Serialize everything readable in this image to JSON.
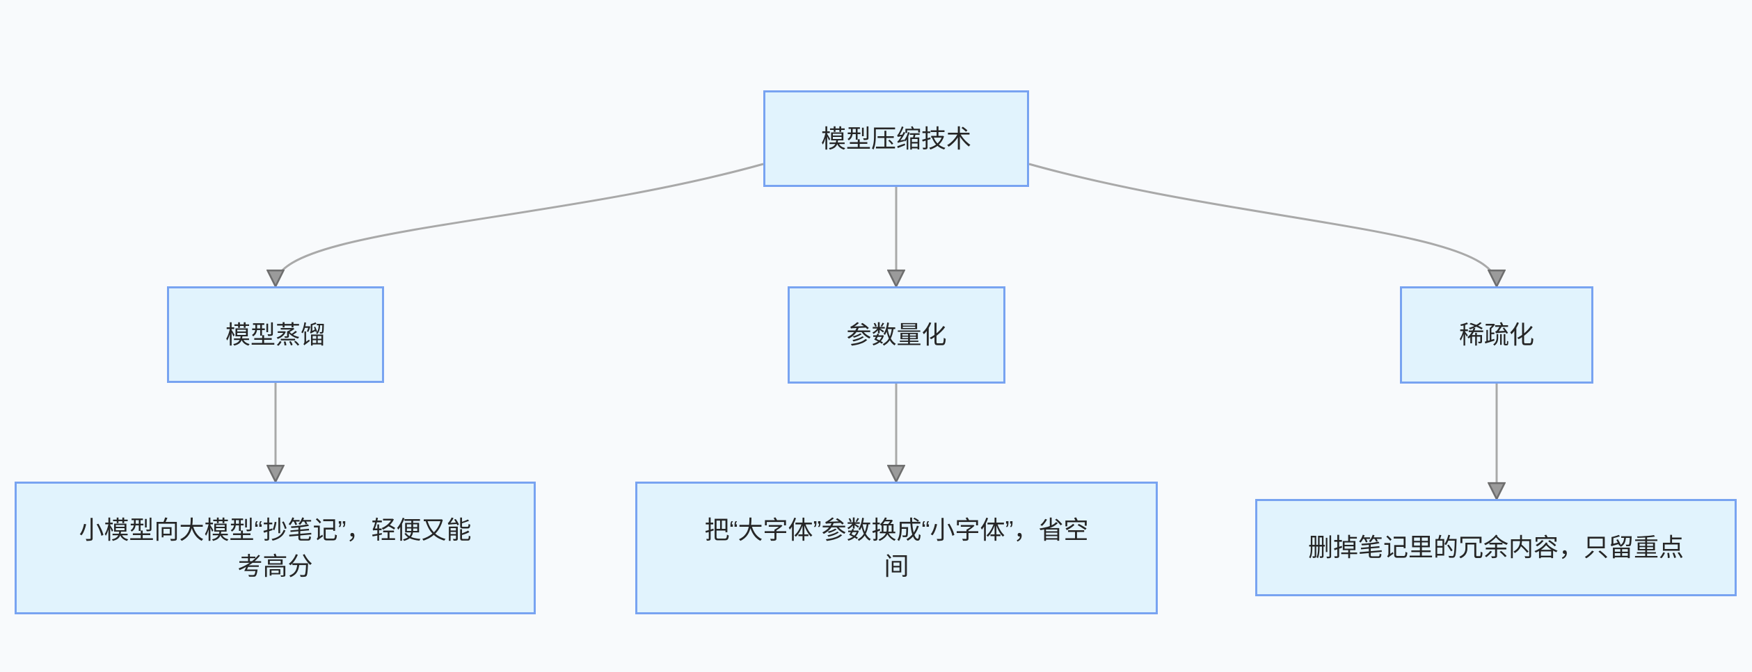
{
  "diagram": {
    "type": "flowchart-top-down",
    "root": {
      "label": "模型压缩技术"
    },
    "branches": [
      {
        "label": "模型蒸馏",
        "description": "小模型向大模型“抄笔记”，轻便又能考高分",
        "description_lines": [
          "小模型向大模型“抄笔记”，轻便又能",
          "考高分"
        ]
      },
      {
        "label": "参数量化",
        "description": "把“大字体”参数换成“小字体”，省空间",
        "description_lines": [
          "把“大字体”参数换成“小字体”，省空",
          "间"
        ]
      },
      {
        "label": "稀疏化",
        "description": "删掉笔记里的冗余内容，只留重点",
        "description_lines": [
          "删掉笔记里的冗余内容，只留重点"
        ]
      }
    ],
    "edges": [
      {
        "from": "模型压缩技术",
        "to": "模型蒸馏"
      },
      {
        "from": "模型压缩技术",
        "to": "参数量化"
      },
      {
        "from": "模型压缩技术",
        "to": "稀疏化"
      },
      {
        "from": "模型蒸馏",
        "to": "小模型向大模型“抄笔记”，轻便又能考高分"
      },
      {
        "from": "参数量化",
        "to": "把“大字体”参数换成“小字体”，省空间"
      },
      {
        "from": "稀疏化",
        "to": "删掉笔记里的冗余内容，只留重点"
      }
    ],
    "colors": {
      "background": "#f8fafc",
      "node_fill": "#e1f3fd",
      "node_border": "#78a3f1",
      "edge": "#a9a9a9",
      "arrowhead_fill": "#9b9b9b",
      "arrowhead_stroke": "#6e6e6e",
      "text": "#262626"
    }
  }
}
